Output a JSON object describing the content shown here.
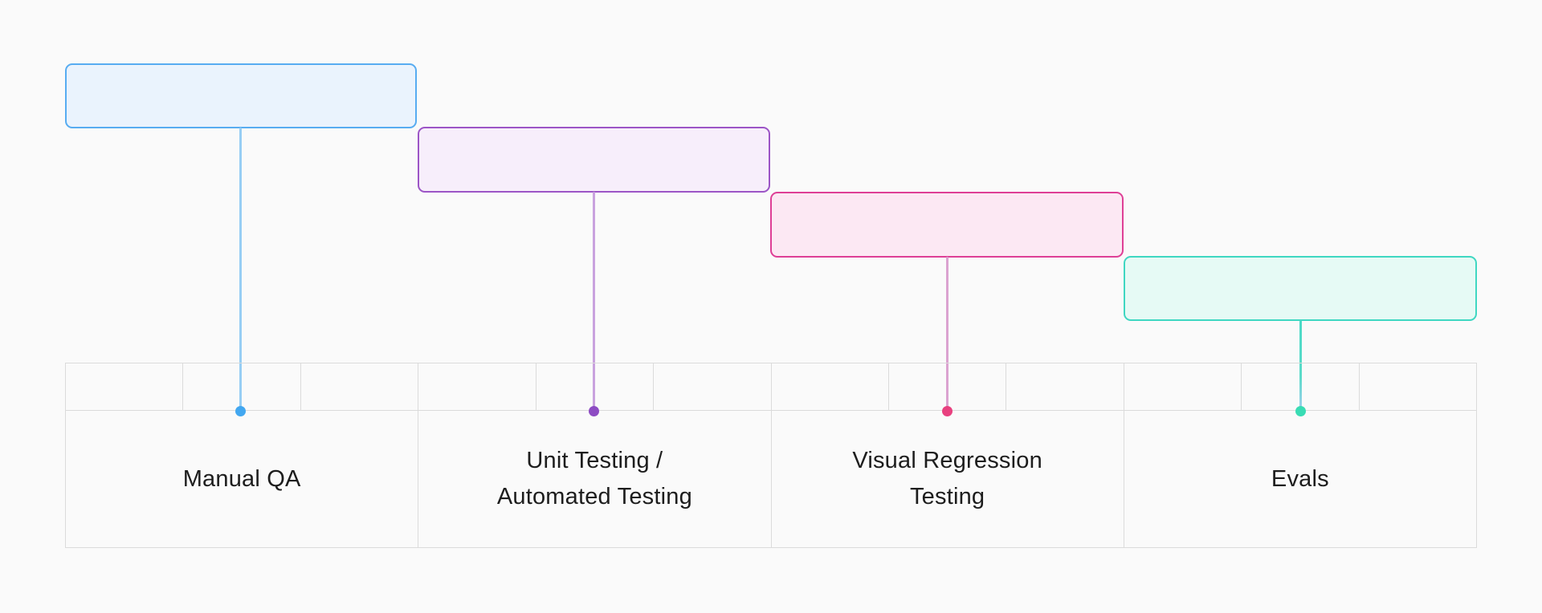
{
  "page": {
    "background_color": "#fafafa",
    "grid_line_color": "#dbdbdb",
    "text_color": "#1d1d1d"
  },
  "diagram": {
    "type": "cascading-timeline",
    "tick_cells_per_stage": 3,
    "total_tick_cells": 12,
    "stages": [
      {
        "label": "Manual QA",
        "card_fill": "#eaf3fd",
        "card_border": "#57acf1",
        "line_color": "#97cef4",
        "dot_color": "#42a7f0"
      },
      {
        "label": "Unit Testing /\nAutomated Testing",
        "card_fill": "#f7eefb",
        "card_border": "#9c55c6",
        "line_color": "#c9a2de",
        "dot_color": "#8d4bc3"
      },
      {
        "label": "Visual Regression\nTesting",
        "card_fill": "#fce8f3",
        "card_border": "#de3f96",
        "line_color": "#dba3d0",
        "dot_color": "#e8407f"
      },
      {
        "label": "Evals",
        "card_fill": "#e6faf5",
        "card_border": "#3fd7c2",
        "line_color": "#5bdbc9",
        "dot_color": "#39dcb4"
      }
    ]
  }
}
